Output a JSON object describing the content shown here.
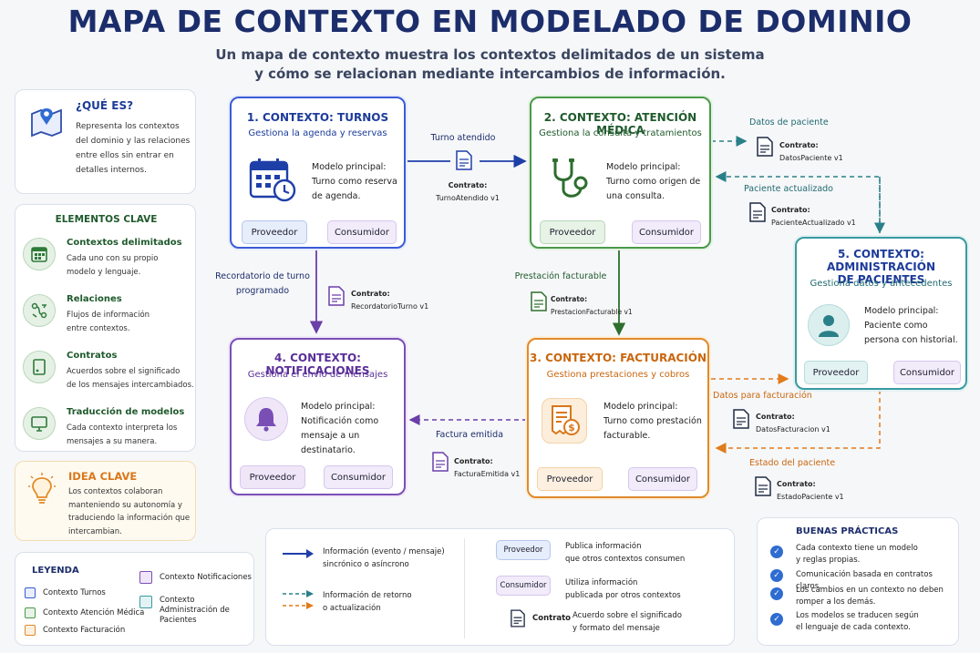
{
  "header": {
    "title": "MAPA DE CONTEXTO EN MODELADO DE DOMINIO",
    "subtitle_line1": "Un mapa de contexto muestra los contextos delimitados de un sistema",
    "subtitle_line2": "y  cómo se relacionan mediante intercambios de información."
  },
  "what": {
    "title": "¿QUÉ ES?",
    "text": "Representa los contextos del dominio y las relaciones entre ellos sin entrar en detalles internos.",
    "icon": "map-pin-icon"
  },
  "key_elements": {
    "title": "ELEMENTOS CLAVE",
    "items": [
      {
        "title": "Contextos delimitados",
        "desc1": "Cada uno con su propio",
        "desc2": "modelo y lenguaje.",
        "icon": "calendar-grid-icon"
      },
      {
        "title": "Relaciones",
        "desc1": "Flujos de información",
        "desc2": "entre contextos.",
        "icon": "flow-icon"
      },
      {
        "title": "Contratos",
        "desc1": "Acuerdos sobre el significado",
        "desc2": "de los mensajes intercambiados.",
        "icon": "contract-icon"
      },
      {
        "title": "Traducción de modelos",
        "desc1": "Cada contexto interpreta los",
        "desc2": "mensajes a su manera.",
        "icon": "monitor-icon"
      }
    ]
  },
  "idea": {
    "title": "IDEA CLAVE",
    "text": "Los contextos colaboran manteniendo su autonomía y traduciendo la información que intercambian.",
    "icon": "lightbulb-icon"
  },
  "legend": {
    "title": "LEYENDA",
    "items": [
      {
        "label": "Contexto Turnos",
        "color": "#3b5bd6",
        "fill": "#e8eefc"
      },
      {
        "label": "Contexto Atención Médica",
        "color": "#4a9a4a",
        "fill": "#e6f3e6"
      },
      {
        "label": "Contexto Facturación",
        "color": "#e08a2a",
        "fill": "#fdf0e0"
      },
      {
        "label": "Contexto Notificaciones",
        "color": "#7a4fb5",
        "fill": "#efe6f8"
      },
      {
        "label": "Contexto Administración de Pacientes",
        "color": "#3a9aa0",
        "fill": "#e3f2f3"
      }
    ]
  },
  "contexts": {
    "turnos": {
      "title": "1. CONTEXTO: TURNOS",
      "subtitle": "Gestiona la agenda y reservas",
      "model_label": "Modelo principal:",
      "model_text": "Turno como reserva de agenda.",
      "provider": "Proveedor",
      "consumer": "Consumidor",
      "color": "#3b5bd6"
    },
    "atencion": {
      "title": "2. CONTEXTO: ATENCIÓN MÉDICA",
      "subtitle": "Gestiona la consulta y tratamientos",
      "model_label": "Modelo principal:",
      "model_text": "Turno como origen de una consulta.",
      "provider": "Proveedor",
      "consumer": "Consumidor",
      "color": "#4a9a4a"
    },
    "facturacion": {
      "title": "3. CONTEXTO: FACTURACIÓN",
      "subtitle": "Gestiona prestaciones y cobros",
      "model_label": "Modelo principal:",
      "model_text": "Turno como prestación facturable.",
      "provider": "Proveedor",
      "consumer": "Consumidor",
      "color": "#e08a2a"
    },
    "notificaciones": {
      "title": "4. CONTEXTO: NOTIFICACIONES",
      "subtitle": "Gestiona el envío de mensajes",
      "model_label": "Modelo principal:",
      "model_text": "Notificación como mensaje a un destinatario.",
      "provider": "Proveedor",
      "consumer": "Consumidor",
      "color": "#7a4fb5"
    },
    "pacientes": {
      "title_line1": "5. CONTEXTO: ADMINISTRACIÓN",
      "title_line2": "DE PACIENTES",
      "subtitle": "Gestiona datos y antecedentes",
      "model_label": "Modelo principal:",
      "model_text": "Paciente como persona con historial.",
      "provider": "Proveedor",
      "consumer": "Consumidor",
      "color": "#3a9aa0"
    }
  },
  "flows": {
    "turno_atendido": {
      "label": "Turno atendido",
      "contract": "Contrato:",
      "name": "TurnoAtendido v1"
    },
    "recordatorio": {
      "label1": "Recordatorio de turno",
      "label2": "programado",
      "contract": "Contrato:",
      "name": "RecordatorioTurno v1"
    },
    "prestacion": {
      "label": "Prestación facturable",
      "contract": "Contrato:",
      "name": "PrestacionFacturable v1"
    },
    "factura": {
      "label": "Factura emitida",
      "contract": "Contrato:",
      "name": "FacturaEmitida v1"
    },
    "datos_paciente": {
      "label": "Datos de paciente",
      "contract": "Contrato:",
      "name": "DatosPaciente v1"
    },
    "paciente_actualizado": {
      "label": "Paciente actualizado",
      "contract": "Contrato:",
      "name": "PacienteActualizado v1"
    },
    "datos_facturacion": {
      "label": "Datos para facturación",
      "contract": "Contrato:",
      "name": "DatosFacturacion v1"
    },
    "estado_paciente": {
      "label": "Estado del paciente",
      "contract": "Contrato:",
      "name": "EstadoPaciente v1"
    }
  },
  "notation": {
    "solid_line1": "Información (evento / mensaje)",
    "solid_line2": "sincrónico o asíncrono",
    "dashed_line1": "Información de retorno",
    "dashed_line2": "o actualización",
    "provider_badge": "Proveedor",
    "provider_desc1": "Publica información",
    "provider_desc2": "que otros contextos consumen",
    "consumer_badge": "Consumidor",
    "consumer_desc1": "Utiliza información",
    "consumer_desc2": "publicada por otros contextos",
    "contract_badge": "Contrato",
    "contract_desc1": "Acuerdo sobre el significado",
    "contract_desc2": "y formato del mensaje"
  },
  "best_practices": {
    "title": "BUENAS PRÁCTICAS",
    "items": [
      {
        "line1": "Cada contexto tiene un modelo",
        "line2": "y reglas propias."
      },
      {
        "line1": "Comunicación basada en contratos claros.",
        "line2": ""
      },
      {
        "line1": "Los cambios en un contexto no deben",
        "line2": "romper a los demás."
      },
      {
        "line1": "Los modelos se traducen según",
        "line2": "el lenguaje de cada contexto."
      }
    ]
  }
}
